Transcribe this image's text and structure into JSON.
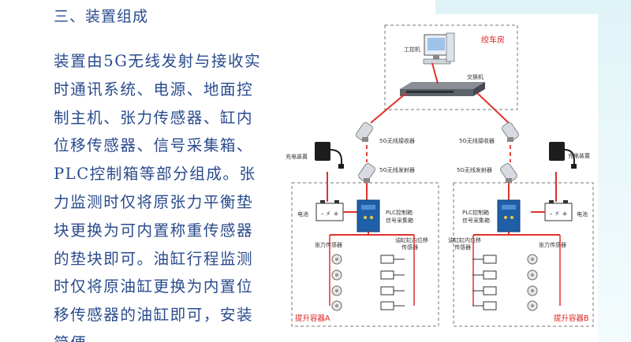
{
  "heading": "三、装置组成",
  "body": "装置由5G无线发射与接收实时通讯系统、电源、地面控制主机、张力传感器、缸内位移传感器、信号采集箱、PLC控制箱等部分组成。张力监测时仅将原张力平衡垫块更换为可内置称重传感器的垫块即可。油缸行程监测时仅将原油缸更换为内置位移传感器的油缸即可，安装简便。",
  "diagram": {
    "room_label": "绞车房",
    "ipc_label": "工控机",
    "switch_label": "交换机",
    "receiver_left": "5G无线接收器",
    "receiver_right": "5G无线接收器",
    "transmitter_left": "5G无线发射器",
    "transmitter_right": "5G无线发射器",
    "charger_left": "充电装置",
    "charger_right": "充电装置",
    "battery_left": "电池",
    "battery_right": "电池",
    "plc_left_1": "PLC控制箱",
    "plc_left_2": "信号采集箱",
    "plc_right_1": "PLC控制箱",
    "plc_right_2": "信号采集箱",
    "tension_left": "张力传感器",
    "tension_right": "张力传感器",
    "cyl_left_1": "油缸缸内位移",
    "cyl_left_2": "传感器",
    "cyl_right_1": "油缸缸内位移",
    "cyl_right_2": "传感器",
    "container_a": "提升容器A",
    "container_b": "提升容器B"
  },
  "colors": {
    "text_blue": "#2a4b8d",
    "accent_red": "#e0312b",
    "label_red": "#d9201f",
    "plc_blue": "#1f5fa8",
    "band": "#dff4f7"
  }
}
